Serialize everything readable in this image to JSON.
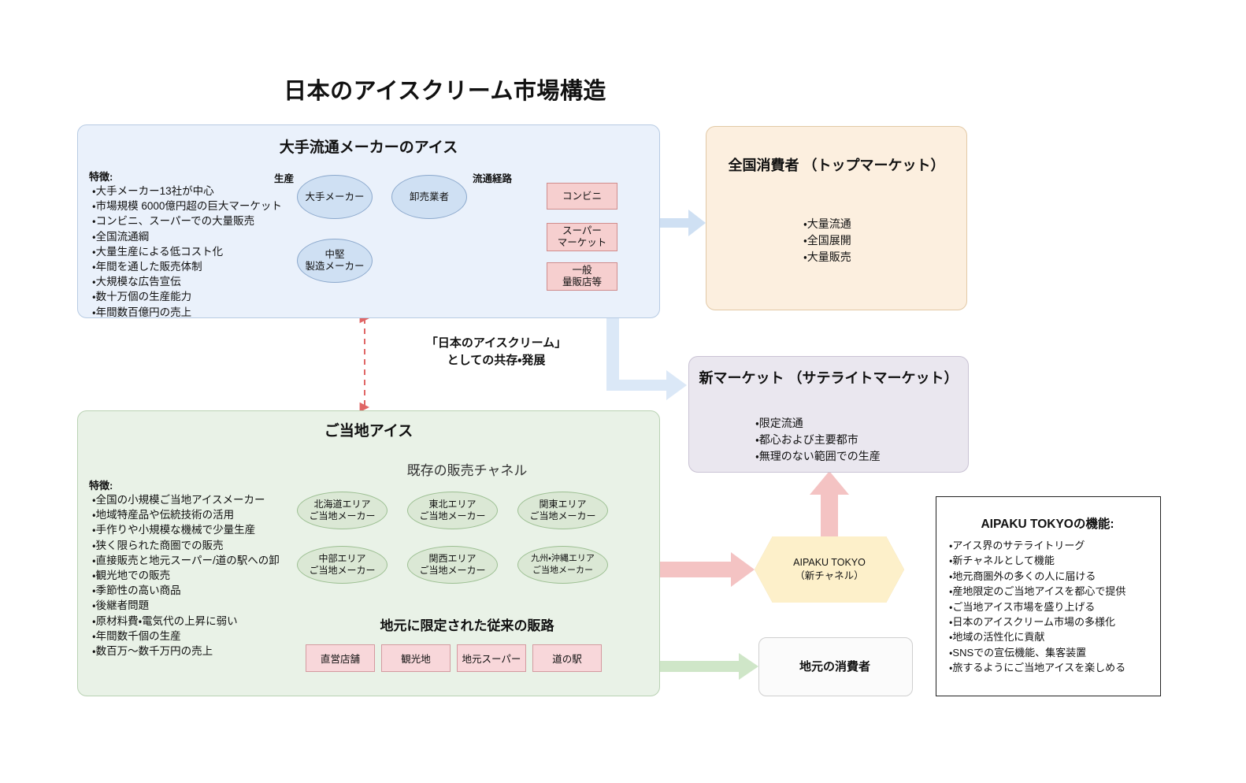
{
  "page": {
    "title": "日本のアイスクリーム市場構造"
  },
  "major_panel": {
    "title": "大手流通メーカーのアイス",
    "features_head": "特徴:",
    "features": "・大手メーカー13社が中心\n・市場規模 6000億円超の巨大マーケット\n・コンビニ、スーパーでの大量販売\n・全国流通綱\n・大量生産による低コスト化\n・年間を通した販売体制\n・大規模な広告宣伝\n・数十万個の生産能力\n・年間数百億円の売上",
    "label_production": "生産",
    "label_distribution": "流通経路",
    "nodes": {
      "major_maker": "大手メーカー",
      "mid_maker": "中堅\n製造メーカー",
      "wholesaler": "卸売業者"
    },
    "channels": [
      "コンビニ",
      "スーパー\nマーケット",
      "一般\n量販店等"
    ]
  },
  "coexistence": {
    "label": "「日本のアイスクリーム」\nとしての共存・発展"
  },
  "local_panel": {
    "title": "ご当地アイス",
    "features_head": "特徴:",
    "features": "・全国の小規模ご当地アイスメーカー\n・地域特産品や伝統技術の活用\n・手作りや小規模な機械で少量生産\n・狭く限られた商圏での販売\n・直接販売と地元スーパー/道の駅への卸\n・観光地での販売\n・季節性の高い商品\n・後継者問題\n・原材料費・電気代の上昇に弱い\n・年間数千個の生産\n・数百万～数千万円の売上",
    "channel_head": "既存の販売チャネル",
    "areas": [
      "北海道エリア\nご当地メーカー",
      "東北エリア\nご当地メーカー",
      "関東エリア\nご当地メーカー",
      "中部エリア\nご当地メーカー",
      "関西エリア\nご当地メーカー",
      "九州・沖縄エリア\nご当地メーカー"
    ],
    "route_head": "地元に限定された従来の販路",
    "routes": [
      "直営店舗",
      "観光地",
      "地元スーパー",
      "道の駅"
    ]
  },
  "top_market": {
    "title": "全国消費者\n（トップマーケット）",
    "bullets": "・大量流通\n・全国展開\n・大量販売"
  },
  "new_market": {
    "title": "新マーケット\n（サテライトマーケット）",
    "bullets": "・限定流通\n・都心および主要都市\n・無理のない範囲での生産"
  },
  "aipaku": {
    "hexagon_label": "AIPAKU TOKYO\n（新チャネル）",
    "features_title": "AIPAKU TOKYOの機能:",
    "features": "・アイス界のサテライトリーグ\n・新チャネルとして機能\n・地元商圏外の多くの人に届ける\n・産地限定のご当地アイスを都心で提供\n・ご当地アイス市場を盛り上げる\n・日本のアイスクリーム市場の多様化\n・地域の活性化に貢献\n・SNSでの宣伝機能、集客装置\n・旅するようにご当地アイスを楽しめる"
  },
  "local_consumer": {
    "label": "地元の消費者"
  },
  "colors": {
    "major_panel_bg": "#eaf1fb",
    "local_panel_bg": "#e9f2e7",
    "top_market_bg": "#fcefdf",
    "new_market_bg": "#eae7ef",
    "pink_box": "#f6cfcf",
    "hexagon": "#fdf0ca",
    "blue_arrow": "#cfe0f3",
    "pink_arrow": "#f4c3c3",
    "green_arrow": "#cfe6c8",
    "dashed_arrow": "#e06666"
  }
}
